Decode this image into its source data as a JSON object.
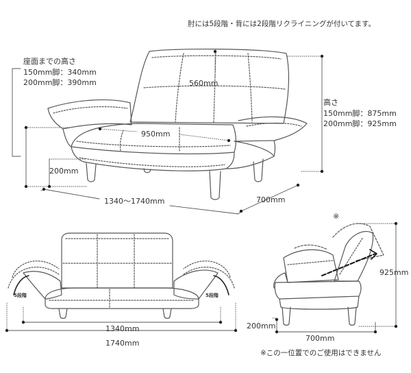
{
  "header_note": "肘には5段階・背には2段階リクライニングが付いてます。",
  "seat_height": {
    "title": "座面までの高さ",
    "line1": "150mm脚：340mm",
    "line2": "200mm脚：390mm"
  },
  "total_height": {
    "title": "高さ",
    "line1": "150mm脚：875mm",
    "line2": "200mm脚：925mm"
  },
  "dims_main": {
    "back_width": "560mm",
    "seat_width": "950mm",
    "leg_height": "200mm",
    "width_range": "1340〜1740mm",
    "depth": "700mm"
  },
  "front_view": {
    "arm_steps_left": "5段階",
    "arm_steps_right": "5段階",
    "width_min": "1340mm",
    "width_max": "1740mm"
  },
  "side_view": {
    "mark": "※",
    "height": "925mm",
    "leg": "200mm",
    "depth": "700mm"
  },
  "footnote": "※この一位置でのご使用はできません"
}
